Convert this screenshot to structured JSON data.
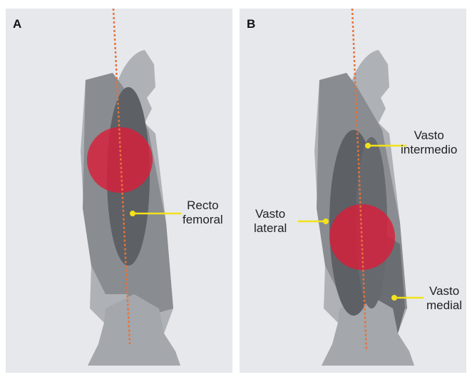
{
  "panel_a": {
    "letter": "A",
    "label_line1": "Recto",
    "label_line2": "femoral"
  },
  "panel_b": {
    "letter": "B",
    "label_intermedio_line1": "Vasto",
    "label_intermedio_line2": "intermedio",
    "label_lateral_line1": "Vasto",
    "label_lateral_line2": "lateral",
    "label_medial_line1": "Vasto",
    "label_medial_line2": "medial"
  },
  "colors": {
    "panel_bg": "#e6e8ec",
    "thigh_light": "#aeb1b6",
    "thigh_mid": "#898c91",
    "muscle_dark": "#5d6065",
    "highlight_red": "#d81e3a",
    "axis_orange": "#e8723a",
    "pointer_yellow": "#f2e21a"
  }
}
